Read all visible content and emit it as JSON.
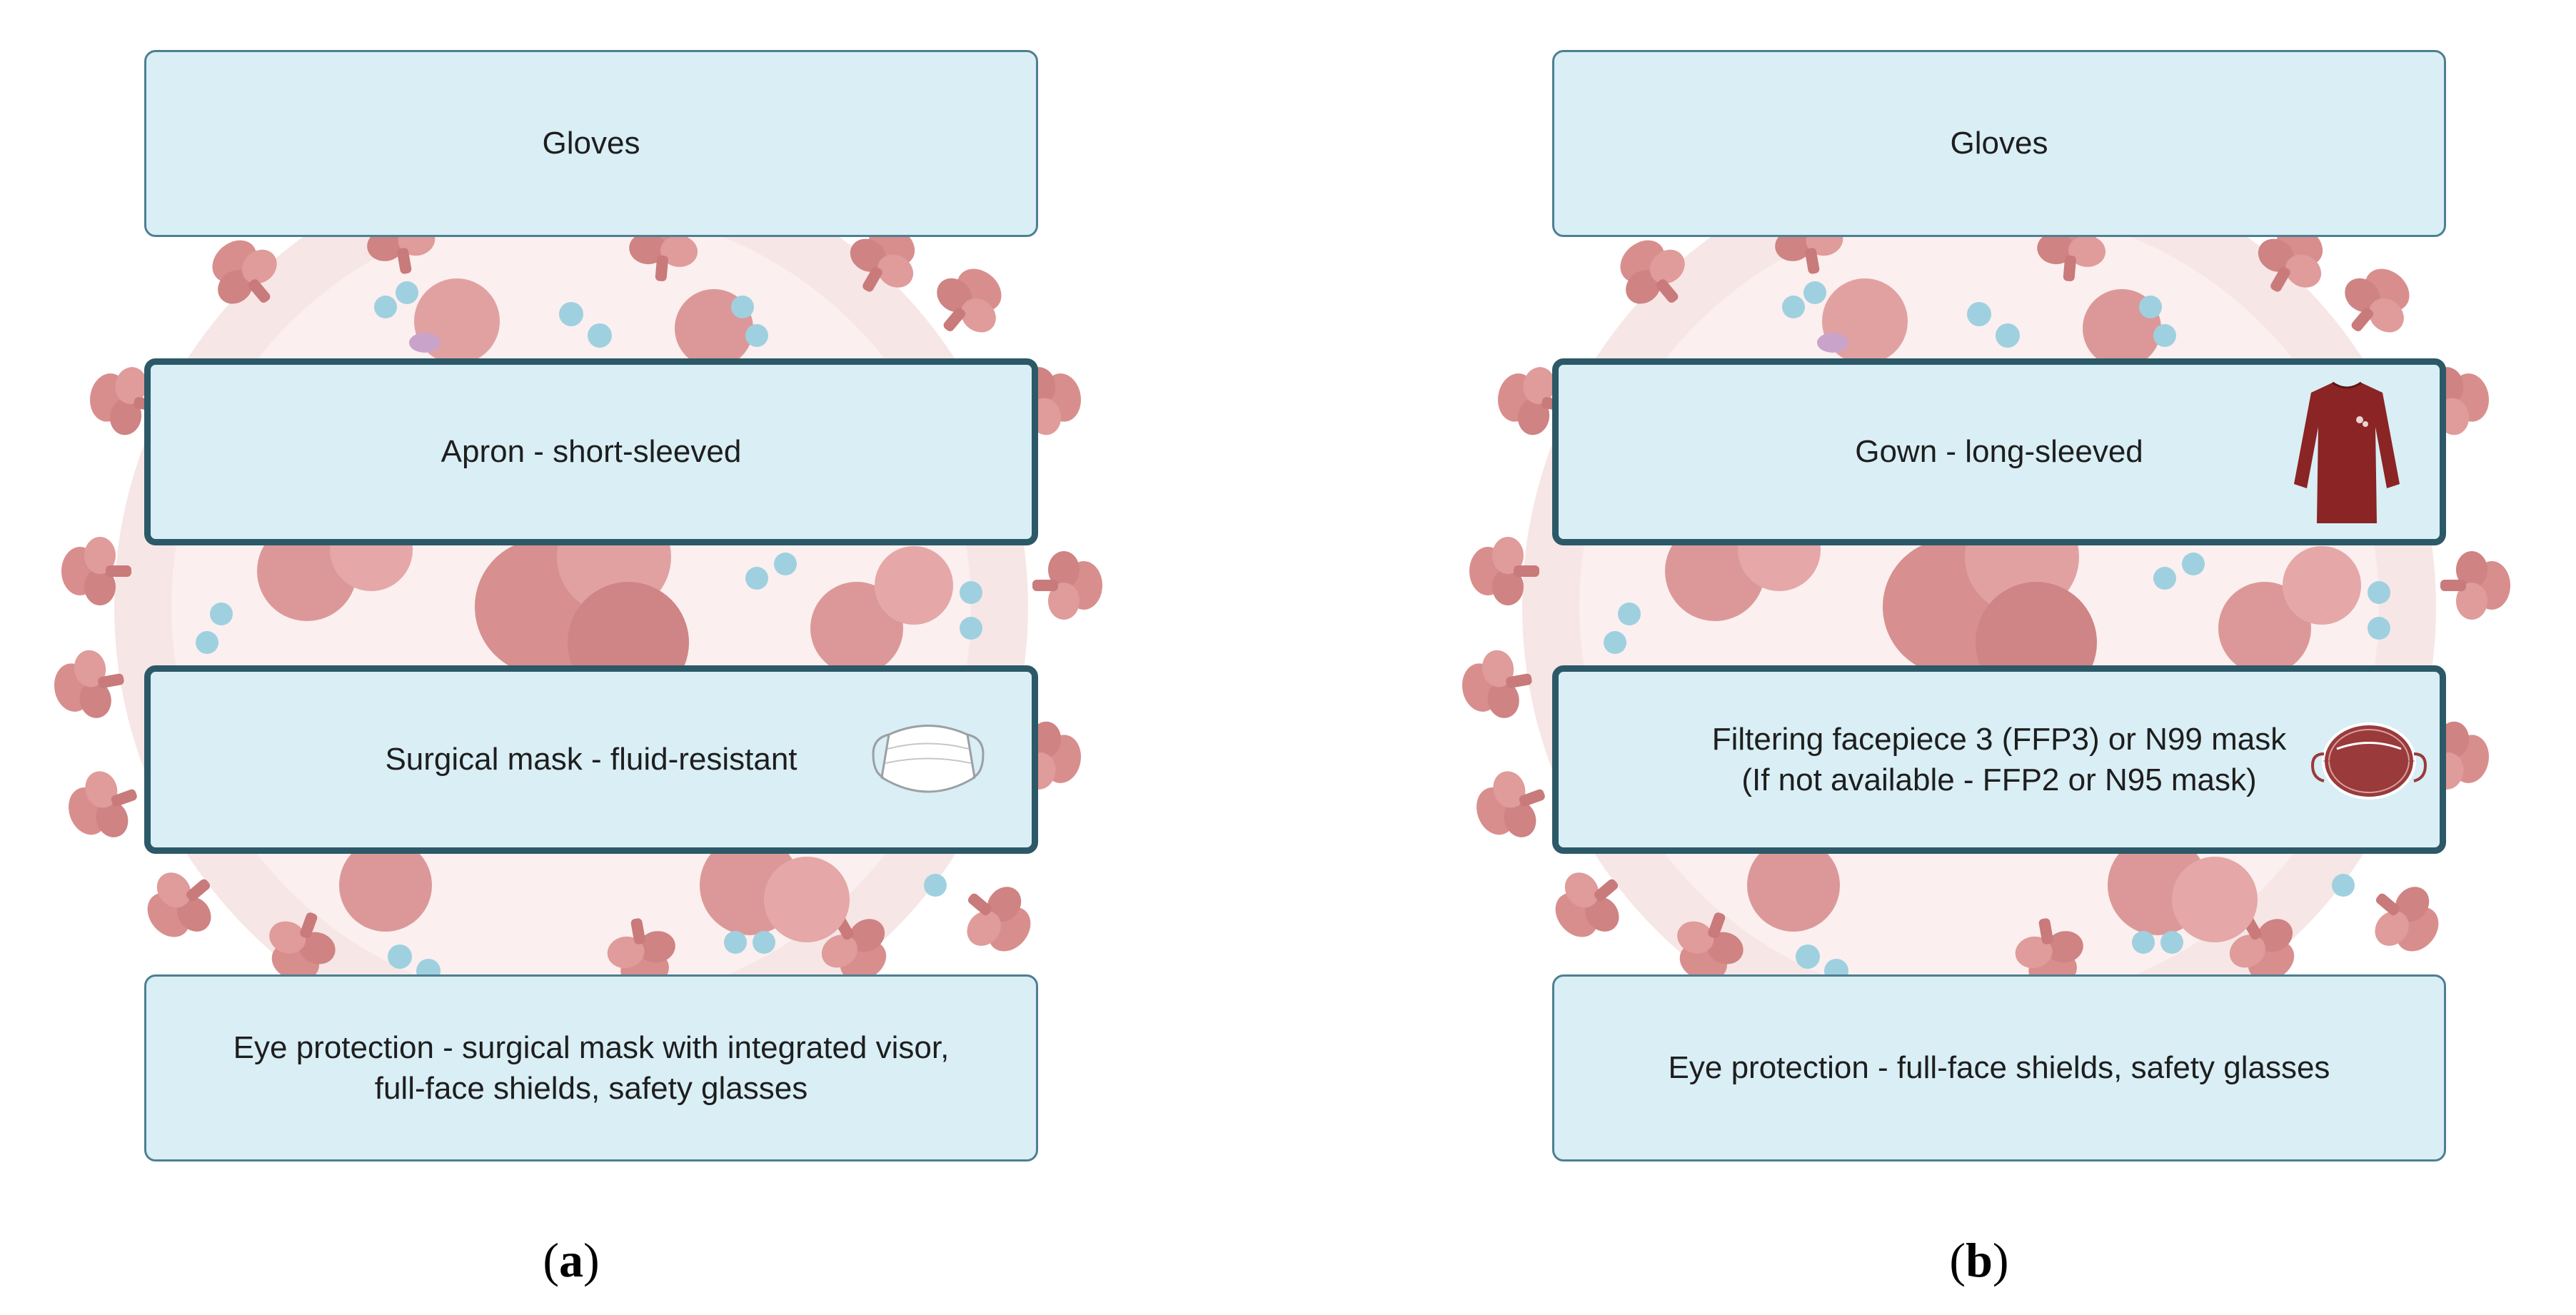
{
  "colors": {
    "box_fill": "#d9eef5",
    "box_border": "#4e7f91",
    "box_border_emphasis": "#2c5968",
    "virus_body": "#f7e6e6",
    "virus_spike": "#d98e8e",
    "particle": "#9fd0e0",
    "gown": "#8b2424",
    "mask_b": "#9a3a3a"
  },
  "panel_a": {
    "boxes": [
      {
        "label": "Gloves",
        "emphasis": false,
        "icon": null
      },
      {
        "label": "Apron - short-sleeved",
        "emphasis": true,
        "icon": null
      },
      {
        "label": "Surgical mask - fluid-resistant",
        "emphasis": true,
        "icon": "surgical-mask-icon"
      },
      {
        "label": "Eye protection - surgical mask with integrated visor,\nfull-face shields, safety glasses",
        "emphasis": false,
        "icon": null
      }
    ],
    "caption": {
      "open": "(",
      "letter": "a",
      "close": ")"
    }
  },
  "panel_b": {
    "boxes": [
      {
        "label": "Gloves",
        "emphasis": false,
        "icon": null
      },
      {
        "label": "Gown - long-sleeved",
        "emphasis": true,
        "icon": "gown-icon"
      },
      {
        "label": "Filtering facepiece 3 (FFP3) or N99 mask\n(If not available - FFP2 or N95 mask)",
        "emphasis": true,
        "icon": "respirator-mask-icon"
      },
      {
        "label": "Eye protection - full-face shields, safety glasses",
        "emphasis": false,
        "icon": null
      }
    ],
    "caption": {
      "open": "(",
      "letter": "b",
      "close": ")"
    }
  }
}
